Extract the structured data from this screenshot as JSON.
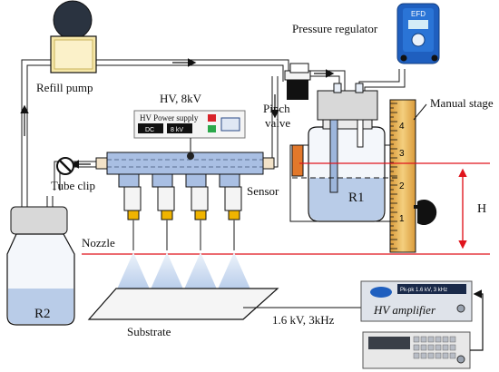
{
  "labels": {
    "refill_pump": "Refill pump",
    "pressure_regulator": "Pressure regulator",
    "efd": "EFD",
    "hv": "HV, 8kV",
    "hv_power_supply": "HV Power supply",
    "dc": "DC",
    "kv_readout": "8 kV",
    "manual_stage": "Manual stage",
    "pinch_valve": "Pinch\nvalve",
    "sensor": "Sensor",
    "r1": "R1",
    "r2": "R2",
    "tube_clip": "Tube clip",
    "nozzle": "Nozzle",
    "h": "H",
    "substrate": "Substrate",
    "amplifier_setting": "1.6 kV, 3kHz",
    "amp_display": "Pk-pk 1.6 kV, 3 kHz",
    "hv_amplifier": "HV amplifier"
  },
  "ruler": {
    "numbers": [
      "4",
      "3",
      "2",
      "1"
    ]
  },
  "colors": {
    "line": "#1a1a1a",
    "tube_fill": "#e8eef7",
    "liquid": "#b9cce8",
    "manifold": "#a9bfe3",
    "pump_fill": "#f7e8a8",
    "spray": "#c8d8ef",
    "red_line": "#e0141c",
    "sensor": "#e2782b",
    "stage": "#e8b45c",
    "regulator": "#1f5fbf",
    "nozzle_tip": "#f0b400"
  }
}
